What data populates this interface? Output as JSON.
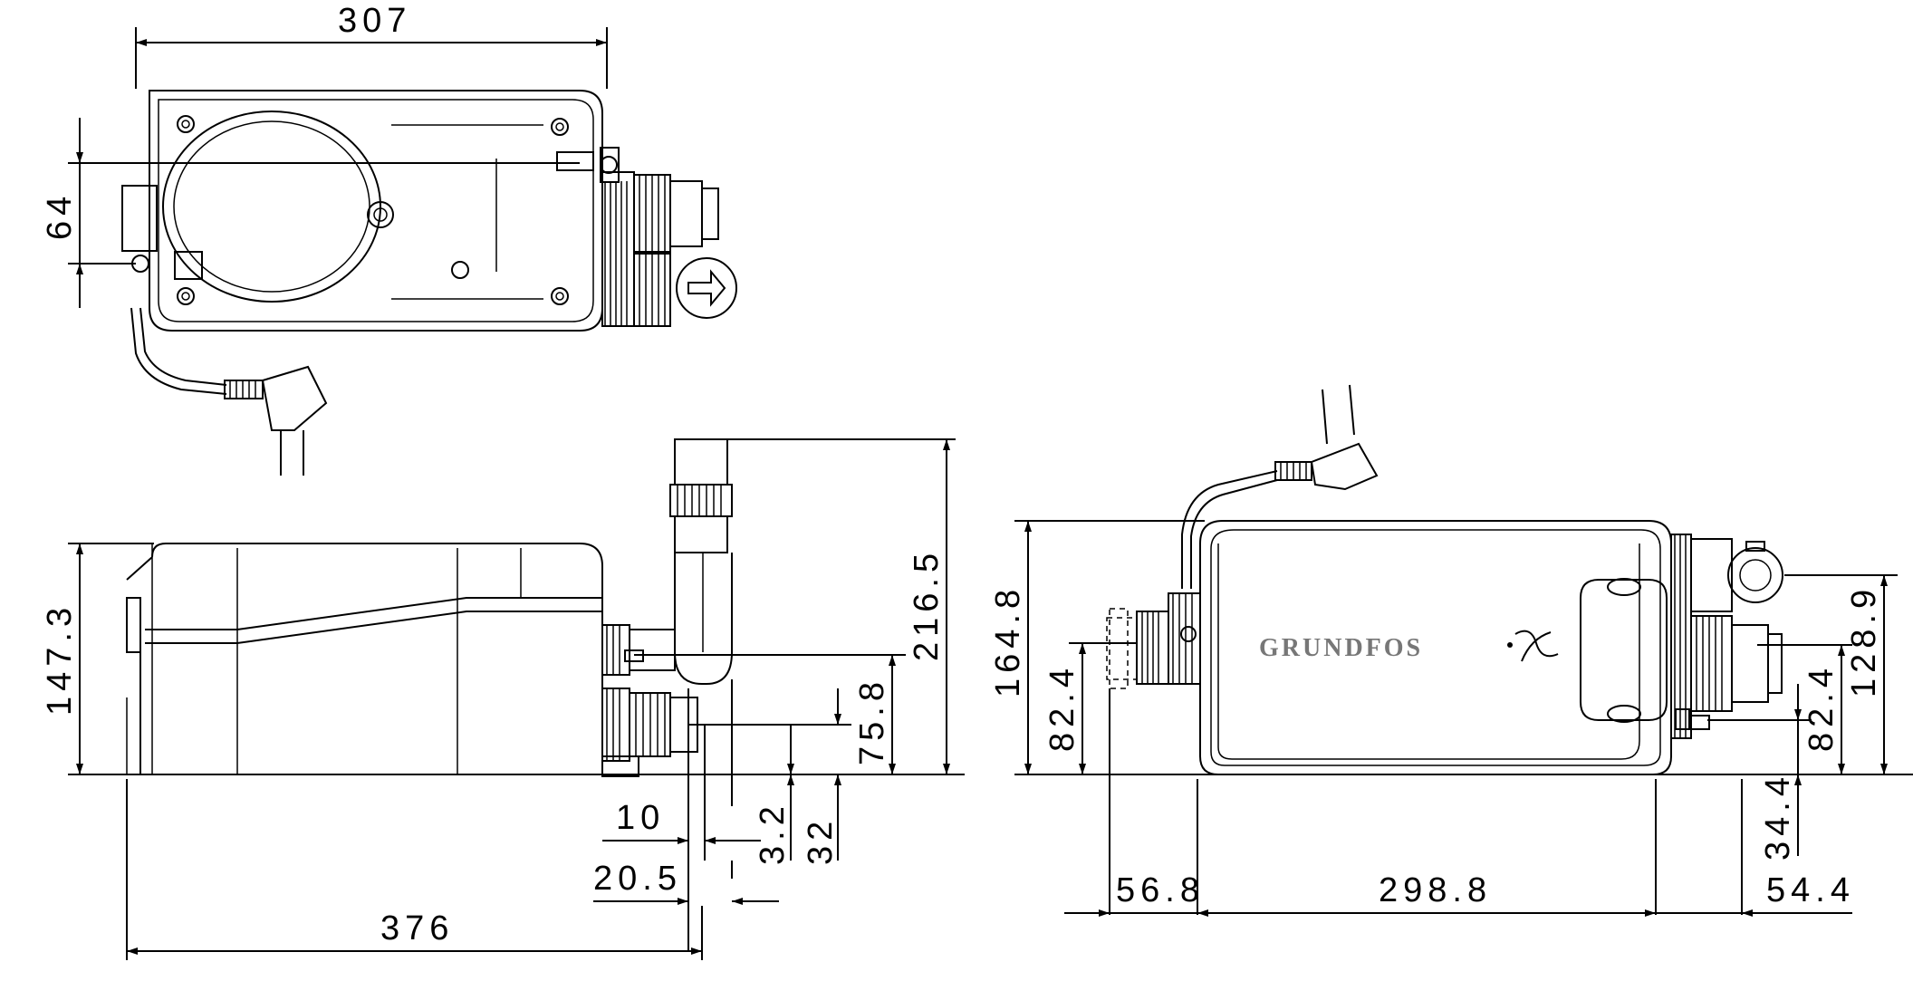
{
  "brand": "GRUNDFOS",
  "dimensions": {
    "top_width": "307",
    "top_height": "64",
    "side_height": "147.3",
    "side_total_height": "216.5",
    "side_outlet_height": "75.8",
    "side_3_2": "3.2",
    "side_32": "32",
    "side_10": "10",
    "side_20_5": "20.5",
    "side_length": "376",
    "front_height": "164.8",
    "front_inlet_left": "82.4",
    "front_inlet_right": "82.4",
    "front_outlet": "128.9",
    "front_34_4": "34.4",
    "front_left": "56.8",
    "front_width": "298.8",
    "front_right": "54.4"
  }
}
